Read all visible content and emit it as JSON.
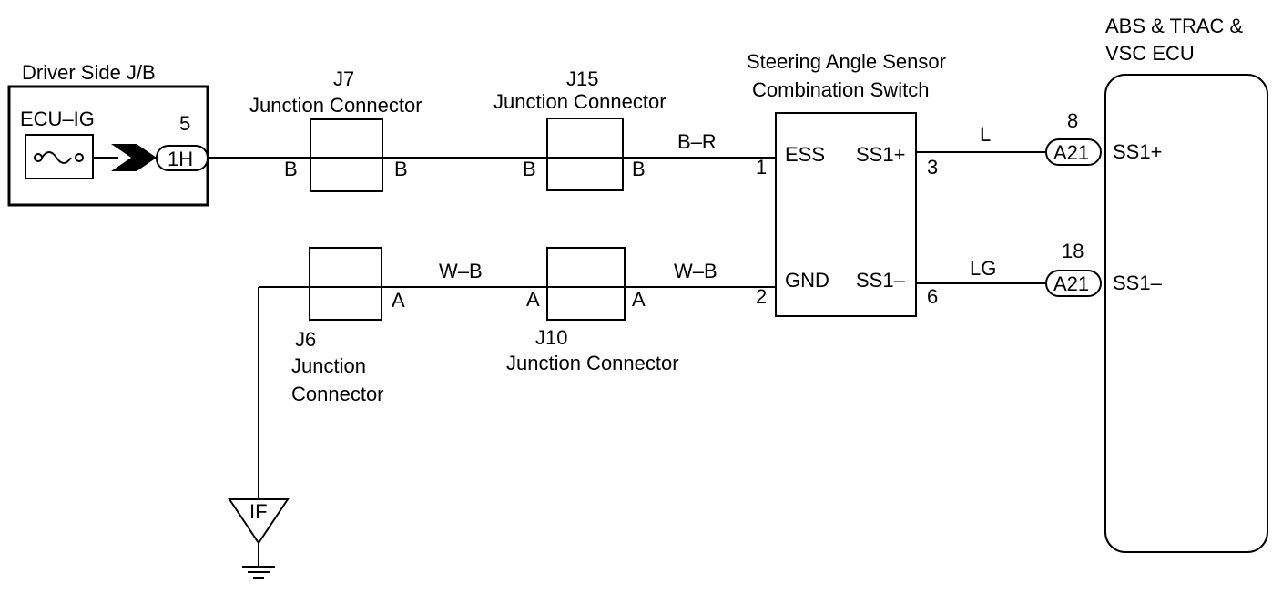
{
  "jb": {
    "title": "Driver Side J/B",
    "fuse": "ECU–IG",
    "pin": "5",
    "connector": "1H"
  },
  "j7": {
    "name": "J7",
    "label": "Junction Connector",
    "pin_left": "B",
    "pin_right": "B"
  },
  "j15": {
    "name": "J15",
    "label": "Junction Connector",
    "pin_left": "B",
    "pin_right": "B"
  },
  "j6": {
    "name": "J6",
    "label_1": "Junction",
    "label_2": "Connector",
    "pin": "A"
  },
  "j10": {
    "name": "J10",
    "label": "Junction Connector",
    "pin_left": "A",
    "pin_right": "A"
  },
  "wires": {
    "ess": "B–R",
    "gnd_1": "W–B",
    "gnd_2": "W–B",
    "ss1p": "L",
    "ss1n": "LG"
  },
  "sensor": {
    "title_1": "Steering Angle Sensor",
    "title_2": "Combination Switch",
    "ess_label": "ESS",
    "ess_pin": "1",
    "gnd_label": "GND",
    "gnd_pin": "2",
    "ss1p_label": "SS1+",
    "ss1p_pin": "3",
    "ss1n_label": "SS1–",
    "ss1n_pin": "6"
  },
  "ecu": {
    "title_1": "ABS & TRAC &",
    "title_2": "VSC ECU",
    "ss1p_pin": "8",
    "ss1p_conn": "A21",
    "ss1p_label": "SS1+",
    "ss1n_pin": "18",
    "ss1n_conn": "A21",
    "ss1n_label": "SS1–"
  },
  "ground": {
    "label": "IF"
  }
}
